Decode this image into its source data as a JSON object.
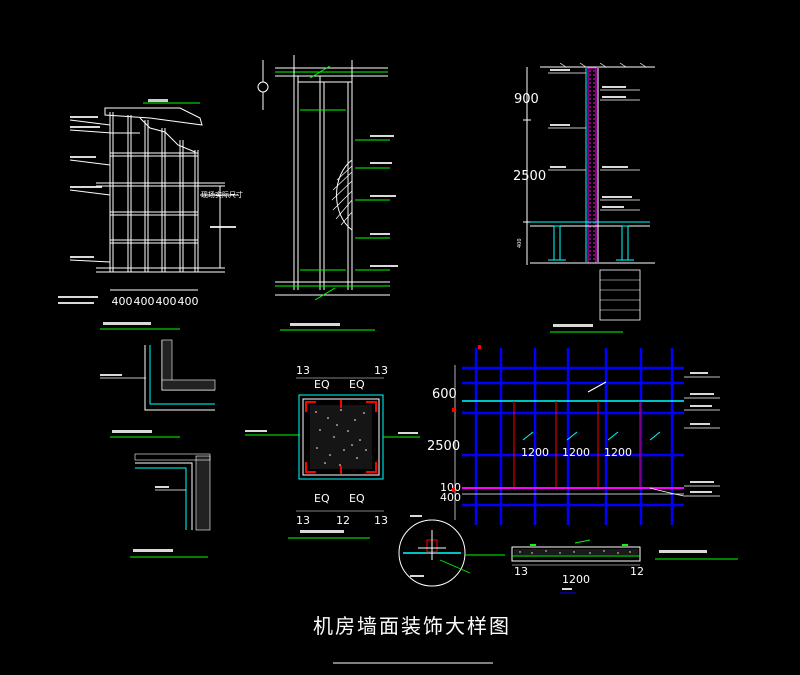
{
  "main_title": "机房墙面装饰大样图",
  "colors": {
    "background": "#000000",
    "white": "#ffffff",
    "green": "#00ff00",
    "blue": "#0000ff",
    "cyan": "#00ffff",
    "red": "#ff0000",
    "magenta": "#ff00ff",
    "yellow": "#ffff00"
  },
  "elevation_left": {
    "side_label": "现场实际尺寸",
    "bottom_dims": [
      "400",
      "400",
      "400",
      "400"
    ]
  },
  "section_right": {
    "dims": [
      "900",
      "2500",
      "400"
    ]
  },
  "big_elevation": {
    "left_dims": [
      "600",
      "2500",
      "100",
      "400"
    ],
    "panel_dims": [
      "1200",
      "1200",
      "1200"
    ]
  },
  "square_detail": {
    "top_left": "13",
    "top_eq_left": "EQ",
    "top_eq_right": "EQ",
    "top_right": "13",
    "bottom_eq_left": "EQ",
    "bottom_eq_right": "EQ",
    "bottom_left": "13",
    "bottom_mid": "12",
    "bottom_right": "13"
  },
  "floor_detail": {
    "dim_left": "13",
    "dim_mid": "1200",
    "dim_right": "12"
  }
}
